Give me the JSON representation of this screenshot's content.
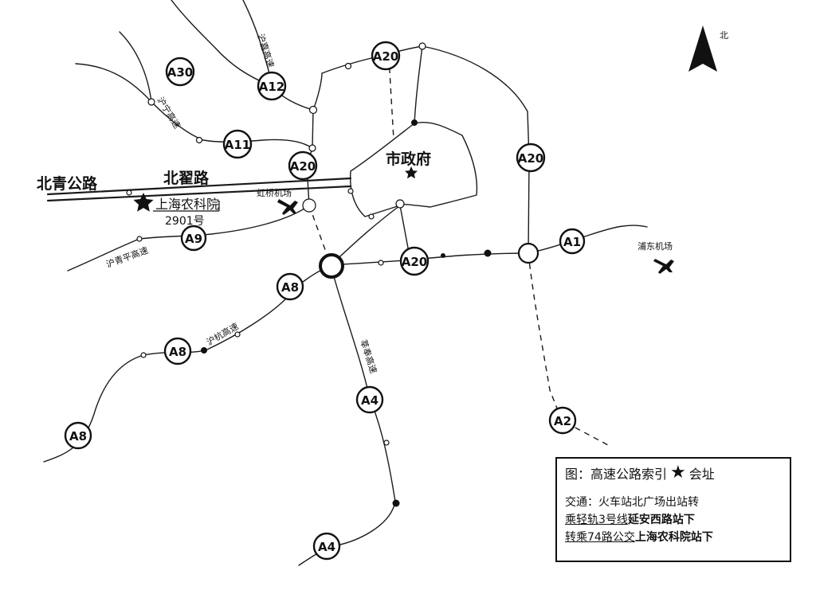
{
  "north": {
    "label": "北"
  },
  "labels": {
    "city_gov": "市政府",
    "beiqing_road": "北青公路",
    "beizhai_road": "北翟路",
    "academy": "上海农科院",
    "address_no": "2901号",
    "hongqiao_airport": "虹桥机场",
    "pudong_airport": "浦东机场",
    "huning_hwy": "沪宁高速",
    "hujia_hwy": "沪嘉高速",
    "huqingping_hwy": "沪青平高速",
    "huhang_hwy": "沪杭高速",
    "xinfeng_hwy": "莘奉高速"
  },
  "shields": [
    {
      "id": "a30",
      "text": "A30"
    },
    {
      "id": "a12",
      "text": "A12"
    },
    {
      "id": "a20-top",
      "text": "A20"
    },
    {
      "id": "a11",
      "text": "A11"
    },
    {
      "id": "a20-west",
      "text": "A20"
    },
    {
      "id": "a20-east",
      "text": "A20"
    },
    {
      "id": "a9",
      "text": "A9"
    },
    {
      "id": "a20-south",
      "text": "A20"
    },
    {
      "id": "a1",
      "text": "A1"
    },
    {
      "id": "a8-inner",
      "text": "A8"
    },
    {
      "id": "a8-mid",
      "text": "A8"
    },
    {
      "id": "a8-outer",
      "text": "A8"
    },
    {
      "id": "a4-mid",
      "text": "A4"
    },
    {
      "id": "a4-outer",
      "text": "A4"
    },
    {
      "id": "a2",
      "text": "A2"
    }
  ],
  "legend": {
    "title": "图：高速公路索引",
    "venue": "会址",
    "traffic": {
      "line1": "交通：火车站北广场出站转",
      "line2_a": "乘轻轨3号线",
      "line2_b": "延安西路站下",
      "line3_a": "转乘74路公交",
      "line3_b": "上海农科院站下"
    }
  }
}
